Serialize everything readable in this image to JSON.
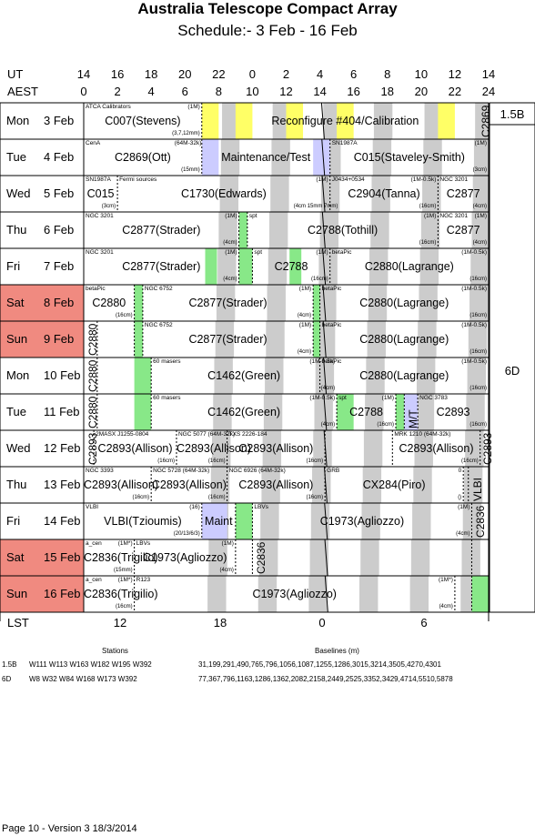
{
  "title": "Australia Telescope Compact Array",
  "subtitle": "Schedule:- 3  Feb - 16 Feb",
  "axes": {
    "ut_label": "UT",
    "aest_label": "AEST",
    "lst_label": "LST",
    "ut_ticks": [
      "14",
      "16",
      "18",
      "20",
      "22",
      "0",
      "2",
      "4",
      "6",
      "8",
      "10",
      "12",
      "14"
    ],
    "aest_ticks": [
      "0",
      "2",
      "4",
      "6",
      "8",
      "10",
      "12",
      "14",
      "16",
      "18",
      "20",
      "22",
      "24"
    ],
    "lst_ticks": [
      "12",
      "18",
      "0",
      "6"
    ]
  },
  "configs": [
    {
      "label": "1.5B"
    },
    {
      "label": "6D"
    }
  ],
  "days": [
    {
      "day": "Mon",
      "date": "3 Feb",
      "weekend": false,
      "blocks": [
        {
          "name": "C007(Stevens)",
          "source": "ATCA Calibrators",
          "note": "(1M)",
          "sub": "(3,7,12mm)"
        },
        {
          "name": "Reconfigure #404/Calibration",
          "source": "",
          "note": "",
          "sub": ""
        },
        {
          "name": "C2869",
          "source": "",
          "note": "",
          "sub": "",
          "vertical": true
        }
      ]
    },
    {
      "day": "Tue",
      "date": "4 Feb",
      "weekend": false,
      "blocks": [
        {
          "name": "C2869(Ott)",
          "source": "CenA",
          "note": "(64M-32k)",
          "sub": "(15mm)"
        },
        {
          "name": "Maintenance/Test",
          "source": "",
          "note": "",
          "sub": ""
        },
        {
          "name": "C015(Staveley-Smith)",
          "source": "SN1987A",
          "note": "(1M)",
          "sub": "(3cm)"
        }
      ]
    },
    {
      "day": "Wed",
      "date": "5 Feb",
      "weekend": false,
      "blocks": [
        {
          "name": "C015",
          "source": "SN1987A",
          "note": "",
          "sub": "(3cm)"
        },
        {
          "name": "C1730(Edwards)",
          "source": "Fermi sources",
          "note": "(1M)",
          "sub": "(4cm 15mm 7mm)"
        },
        {
          "name": "C2904(Tanna)",
          "source": "J0434+0534",
          "note": "(1M-0.5k)",
          "sub": "(16cm)"
        },
        {
          "name": "C2877",
          "source": "NGC 3201",
          "note": "",
          "sub": "(4cm)"
        }
      ]
    },
    {
      "day": "Thu",
      "date": "6 Feb",
      "weekend": false,
      "blocks": [
        {
          "name": "C2877(Strader)",
          "source": "NGC 3201",
          "note": "(1M)",
          "sub": "(4cm)"
        },
        {
          "name": "C2788(Tothill)",
          "source": "spt",
          "note": "(1M)",
          "sub": "(16cm)"
        },
        {
          "name": "C2877",
          "source": "NGC 3201",
          "note": "(1M)",
          "sub": "(4cm)"
        }
      ]
    },
    {
      "day": "Fri",
      "date": "7 Feb",
      "weekend": false,
      "blocks": [
        {
          "name": "C2877(Strader)",
          "source": "NGC 3201",
          "note": "(1M)",
          "sub": "(4cm)"
        },
        {
          "name": "C2788",
          "source": "spt",
          "note": "(1M)",
          "sub": "(16cm)"
        },
        {
          "name": "C2880(Lagrange)",
          "source": "betaPic",
          "note": "(1M-0.5k)",
          "sub": "(16cm)"
        }
      ]
    },
    {
      "day": "Sat",
      "date": "8 Feb",
      "weekend": true,
      "blocks": [
        {
          "name": "C2880",
          "source": "betaPic",
          "note": "",
          "sub": "(16cm)"
        },
        {
          "name": "C2877(Strader)",
          "source": "NGC 6752",
          "note": "(1M)",
          "sub": "(4cm)"
        },
        {
          "name": "C2880(Lagrange)",
          "source": "betaPic",
          "note": "(1M-0.5k)",
          "sub": "(16cm)"
        }
      ]
    },
    {
      "day": "Sun",
      "date": "9 Feb",
      "weekend": true,
      "blocks": [
        {
          "name": "C2880",
          "source": "",
          "note": "",
          "sub": "",
          "vertical": true
        },
        {
          "name": "C2877(Strader)",
          "source": "NGC 6752",
          "note": "(1M)",
          "sub": "(4cm)"
        },
        {
          "name": "C2880(Lagrange)",
          "source": "betaPic",
          "note": "(1M-0.5k)",
          "sub": "(16cm)"
        }
      ]
    },
    {
      "day": "Mon",
      "date": "10 Feb",
      "weekend": false,
      "blocks": [
        {
          "name": "C2880",
          "source": "",
          "note": "",
          "sub": "",
          "vertical": true
        },
        {
          "name": "C1462(Green)",
          "source": "60 masers",
          "note": "(1M-0.5k)",
          "sub": "(4cm)"
        },
        {
          "name": "C2880(Lagrange)",
          "source": "betaPic",
          "note": "(1M-0.5k)",
          "sub": "(16cm)"
        }
      ]
    },
    {
      "day": "Tue",
      "date": "11 Feb",
      "weekend": false,
      "blocks": [
        {
          "name": "C2880",
          "source": "",
          "note": "",
          "sub": "",
          "vertical": true
        },
        {
          "name": "C1462(Green)",
          "source": "60 masers",
          "note": "(1M-0.5k)",
          "sub": "(4cm)"
        },
        {
          "name": "C2788",
          "source": "spt",
          "note": "(1M)",
          "sub": "(16cm)"
        },
        {
          "name": "M/T",
          "source": "",
          "note": "",
          "sub": "",
          "vertical": true
        },
        {
          "name": "C2893",
          "source": "NGC 3783",
          "note": "",
          "sub": "(16cm)"
        }
      ]
    },
    {
      "day": "Wed",
      "date": "12 Feb",
      "weekend": false,
      "blocks": [
        {
          "name": "C2893",
          "source": "",
          "note": "",
          "sub": "",
          "vertical": true
        },
        {
          "name": "C2893(Allison)",
          "source": "2MASX J1255-0804",
          "note": "",
          "sub": "(16cm)"
        },
        {
          "name": "C2893(Allison)",
          "source": "NGC 5077 (64M-32k)",
          "note": "",
          "sub": "(16cm)"
        },
        {
          "name": "C2893(Allison)",
          "source": "TXS 2226-184",
          "note": "",
          "sub": "(16cm)"
        },
        {
          "name": "C2893(Allison)",
          "source": "MRK 1210 (64M-32k)",
          "note": "",
          "sub": "(16cm)"
        },
        {
          "name": "C2893",
          "source": "",
          "note": "",
          "sub": "",
          "vertical": true
        }
      ]
    },
    {
      "day": "Thu",
      "date": "13 Feb",
      "weekend": false,
      "blocks": [
        {
          "name": "C2893(Allison)",
          "source": "NGC 3393",
          "note": "",
          "sub": "(16cm)"
        },
        {
          "name": "C2893(Allison)",
          "source": "NGC 5728 (64M-32k)",
          "note": "",
          "sub": "(16cm)"
        },
        {
          "name": "C2893(Allison)",
          "source": "NGC 6926 (64M-32k)",
          "note": "",
          "sub": "(16cm)"
        },
        {
          "name": "CX284(Piro)",
          "source": "GRB",
          "note": "0",
          "sub": "()"
        },
        {
          "name": "VLBI",
          "source": "",
          "note": "",
          "sub": "",
          "vertical": true
        }
      ]
    },
    {
      "day": "Fri",
      "date": "14 Feb",
      "weekend": false,
      "blocks": [
        {
          "name": "VLBI(Tzioumis)",
          "source": "VLBI",
          "note": "(16)",
          "sub": "(20/13/6/3)"
        },
        {
          "name": "Maint",
          "source": "",
          "note": "",
          "sub": ""
        },
        {
          "name": "C1973(Agliozzo)",
          "source": "LBVs",
          "note": "(1M)",
          "sub": "(4cm)"
        },
        {
          "name": "C2836",
          "source": "",
          "note": "",
          "sub": "",
          "vertical": true
        }
      ]
    },
    {
      "day": "Sat",
      "date": "15 Feb",
      "weekend": true,
      "blocks": [
        {
          "name": "C2836(Trigilio)",
          "source": "a_cen",
          "note": "(1M*)",
          "sub": "(15mm)"
        },
        {
          "name": "C1973(Agliozzo)",
          "source": "LBVs",
          "note": "(1M)",
          "sub": "(4cm)"
        },
        {
          "name": "C2836",
          "source": "",
          "note": "",
          "sub": "",
          "vertical": true
        }
      ]
    },
    {
      "day": "Sun",
      "date": "16 Feb",
      "weekend": true,
      "blocks": [
        {
          "name": "C2836(Trigilio)",
          "source": "a_cen",
          "note": "(1M*)",
          "sub": "(16cm)"
        },
        {
          "name": "C1973(Agliozzo)",
          "source": "R123",
          "note": "(1M*)",
          "sub": "(4cm)"
        }
      ]
    }
  ],
  "stations": {
    "header_stations": "Stations",
    "header_baselines": "Baselines (m)",
    "rows": [
      {
        "config": "1.5B",
        "stations": "W111 W113 W163 W182 W195 W392",
        "baselines": "31,199,291,490,765,796,1056,1087,1255,1286,3015,3214,3505,4270,4301"
      },
      {
        "config": "6D",
        "stations": "W8 W32 W84 W168 W173 W392",
        "baselines": "77,367,796,1163,1286,1362,2082,2158,2449,2525,3352,3429,4714,5510,5878"
      }
    ]
  },
  "footer": "Page 10 - Version 3  18/3/2014",
  "colors": {
    "weekend": "#f08a80",
    "stripe": "#cccccc",
    "yellow": "#ffff66",
    "lavender": "#ccccff",
    "green": "#88e888"
  }
}
